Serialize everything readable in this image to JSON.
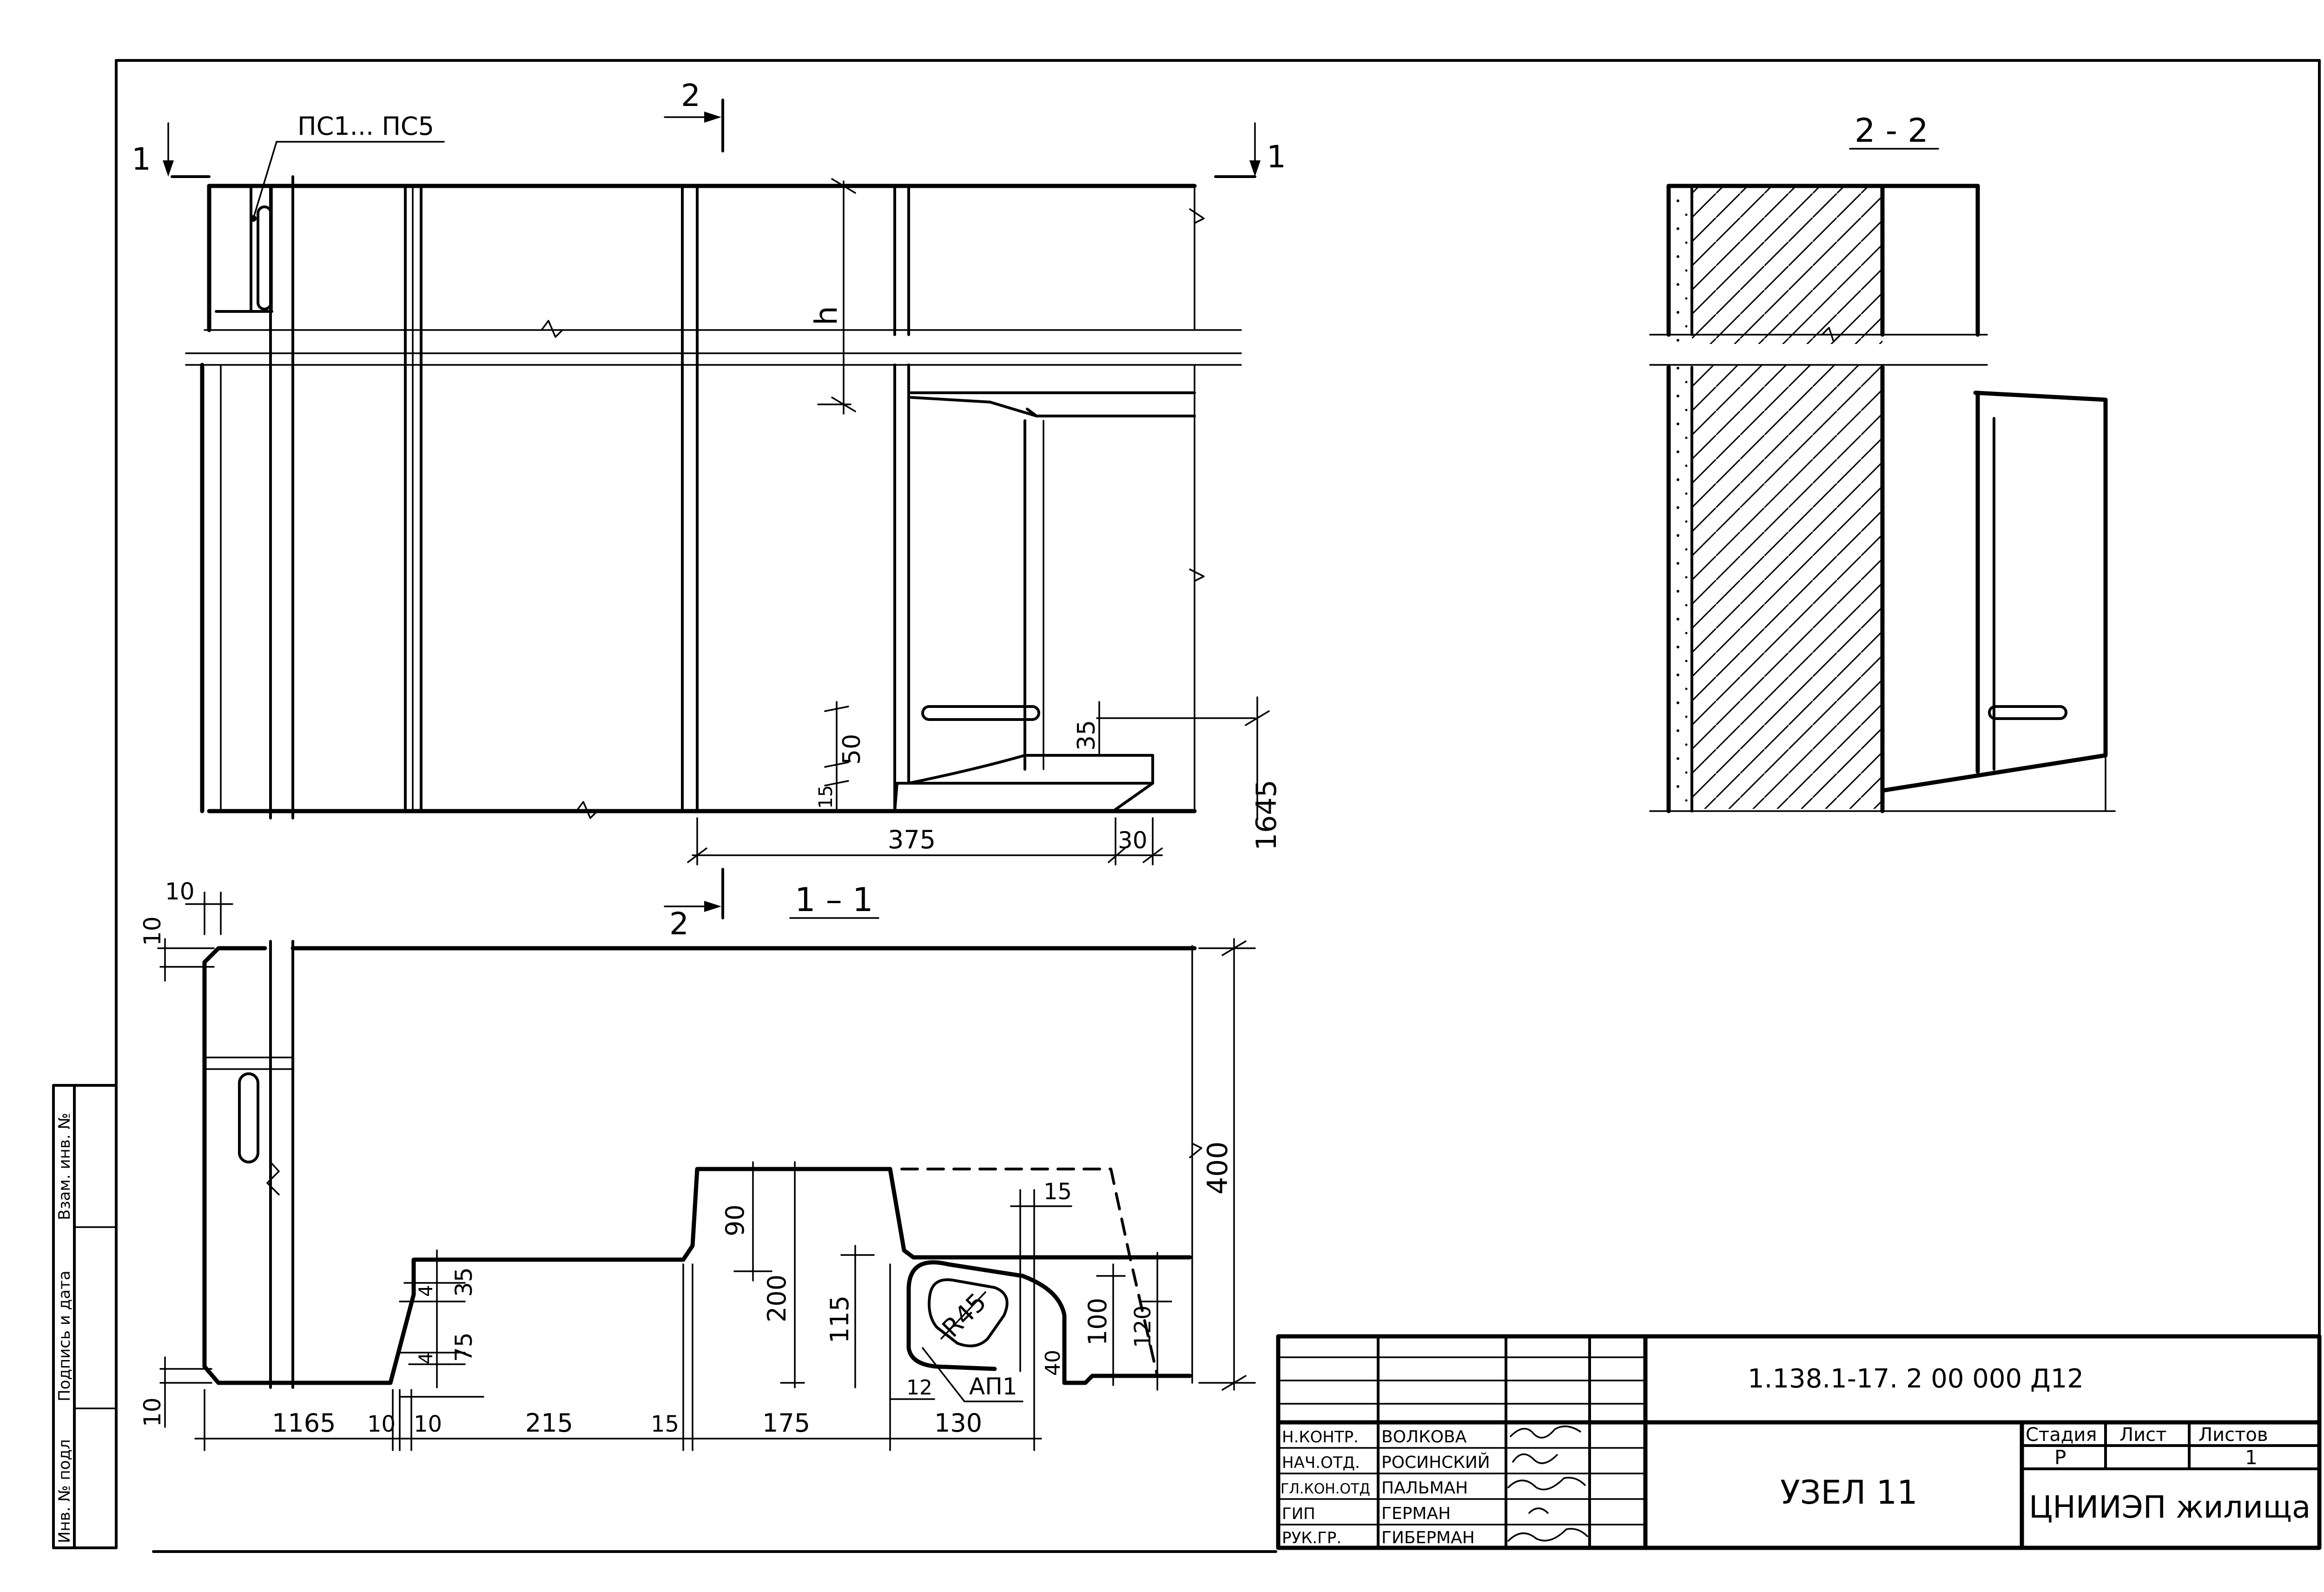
{
  "views": {
    "elevation": {
      "callout": "ПС1... ПС5",
      "cut_mark": "1",
      "cut_mark_right": "1",
      "section_mark_top": "2",
      "section_mark_bottom": "2",
      "dim_height_label": "h",
      "dims": {
        "d50": "50",
        "d15": "15",
        "d35": "35",
        "d375": "375",
        "d30": "30",
        "d1645": "1645"
      }
    },
    "section_1_1": {
      "title": "1 – 1",
      "dims": {
        "top10": "10",
        "left10": "10",
        "bottom10": "10",
        "d1165": "1165",
        "d10a": "10",
        "d10b": "10",
        "d215": "215",
        "d15": "15",
        "d175": "175",
        "d12": "12",
        "d130": "130",
        "d90": "90",
        "d200": "200",
        "d115": "115",
        "d4a": "4",
        "d4b": "4",
        "d35": "35",
        "d75": "75",
        "d15top": "15",
        "d100": "100",
        "d120": "120",
        "d40": "40",
        "d400": "400"
      },
      "radius_label": "R45",
      "bar_label": "АП1"
    },
    "section_2_2": {
      "title": "2 - 2"
    }
  },
  "side_stamp": {
    "col1": "Инв. № подл",
    "col2": "Подпись и дата",
    "col3": "Взам. инв. №"
  },
  "title_block": {
    "code": "1.138.1-17. 2   00 000 Д12",
    "title": "УЗЕЛ 11",
    "organization": "ЦНИИЭП жилища",
    "stage_header": "Стадия",
    "sheet_header": "Лист",
    "sheets_header": "Листов",
    "stage_value": "Р",
    "sheet_value": "",
    "sheets_value": "1",
    "staff": [
      {
        "role": "Н.КОНТР.",
        "name": "ВОЛКОВА"
      },
      {
        "role": "НАЧ.ОТД.",
        "name": "РОСИНСКИЙ"
      },
      {
        "role": "ГЛ.КОН.ОТД",
        "name": "ПАЛЬМАН"
      },
      {
        "role": "ГИП",
        "name": "ГЕРМАН"
      },
      {
        "role": "РУК.ГР.",
        "name": "ГИБЕРМАН"
      }
    ]
  }
}
